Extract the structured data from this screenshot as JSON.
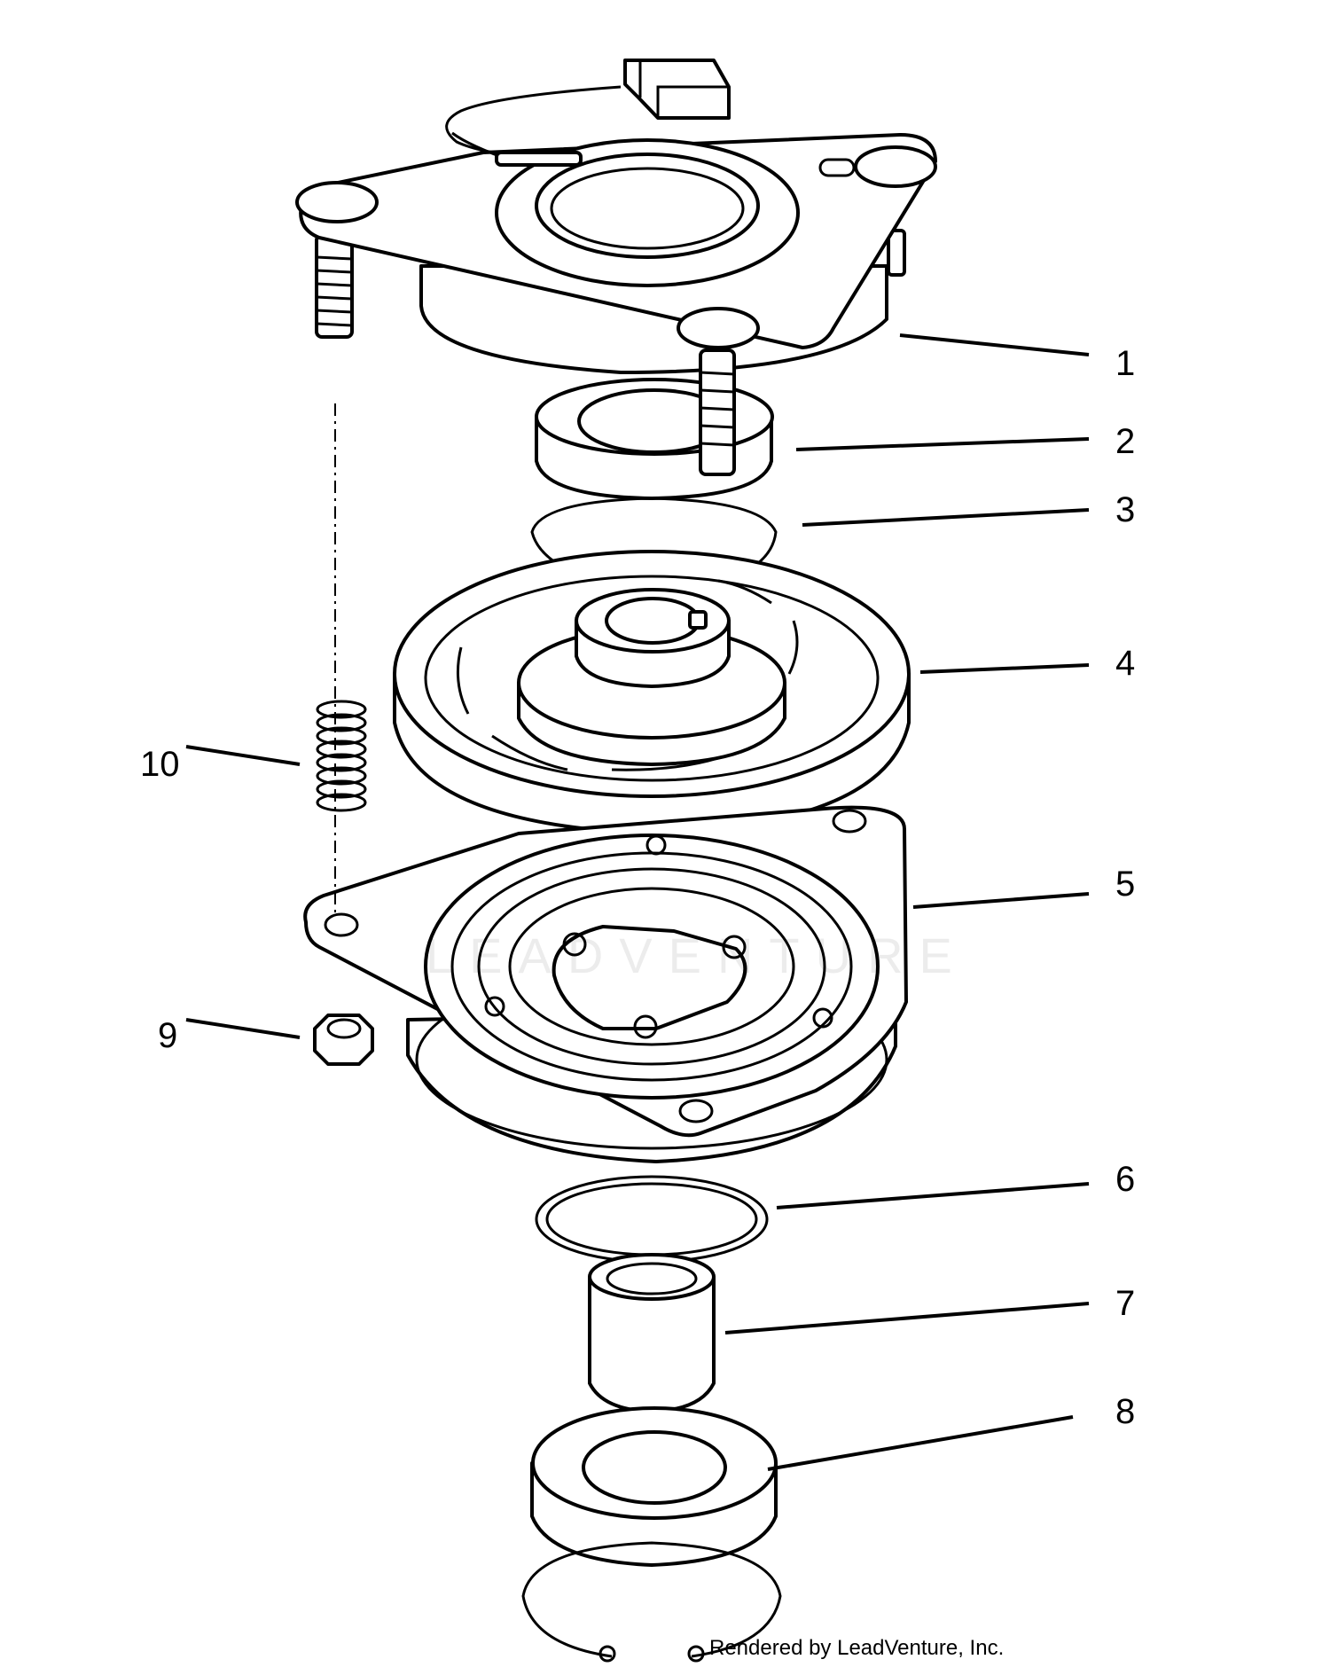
{
  "diagram": {
    "callouts": [
      "1",
      "2",
      "3",
      "4",
      "5",
      "6",
      "7",
      "8",
      "9",
      "10"
    ],
    "parts": [
      "field-coil-assembly",
      "bearing",
      "retaining-ring",
      "rotor",
      "brake-armature-plate",
      "retaining-ring",
      "spacer",
      "bearing",
      "lock-nut",
      "spring"
    ],
    "watermark": "LEADVENTURE",
    "credit": "Rendered by LeadVenture, Inc."
  }
}
